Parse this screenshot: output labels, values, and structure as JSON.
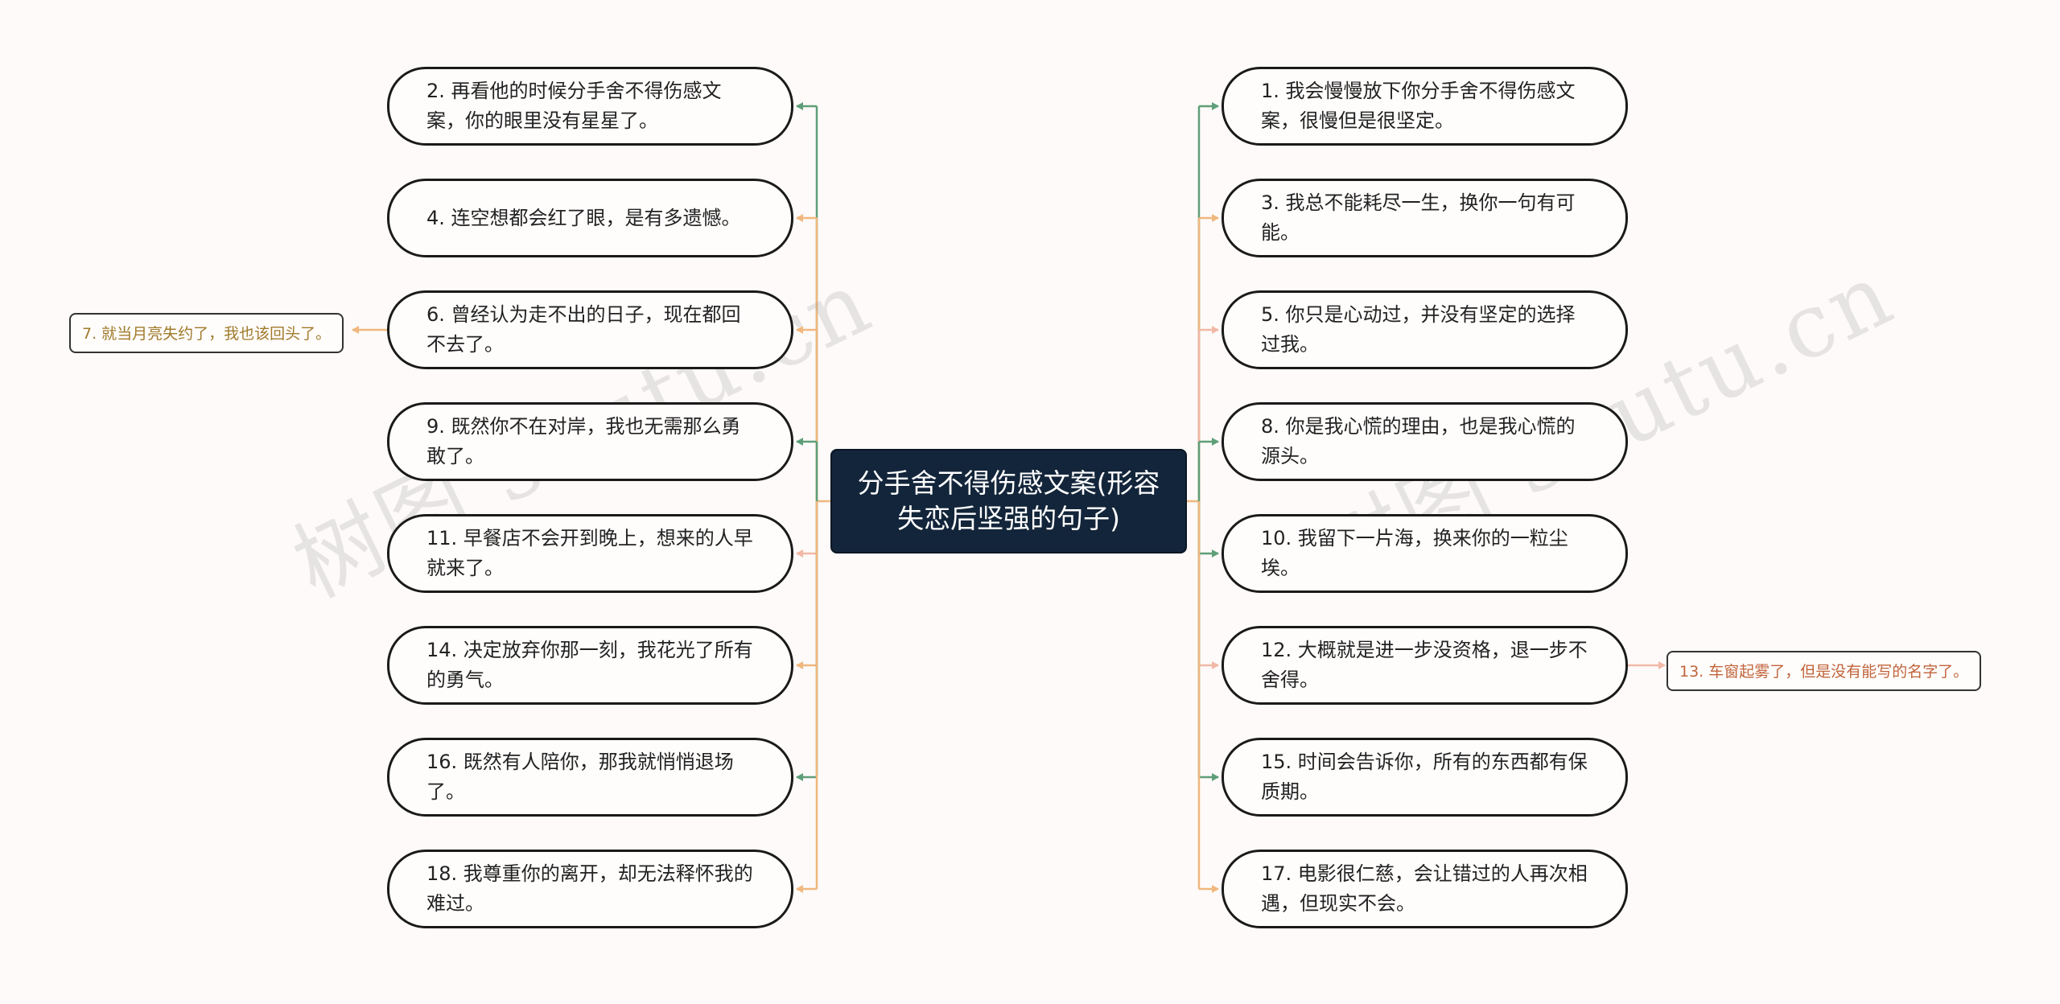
{
  "root": {
    "label": "分手舍不得伤感文案(形容失恋后坚强的句子)"
  },
  "left_branches": [
    {
      "label": "2. 再看他的时候分手舍不得伤感文案，你的眼里没有星星了。"
    },
    {
      "label": "4. 连空想都会红了眼，是有多遗憾。"
    },
    {
      "label": "6. 曾经认为走不出的日子，现在都回不去了。"
    },
    {
      "label": "9. 既然你不在对岸，我也无需那么勇敢了。"
    },
    {
      "label": "11. 早餐店不会开到晚上，想来的人早就来了。"
    },
    {
      "label": "14. 决定放弃你那一刻，我花光了所有的勇气。"
    },
    {
      "label": "16. 既然有人陪你，那我就悄悄退场了。"
    },
    {
      "label": "18. 我尊重你的离开，却无法释怀我的难过。"
    }
  ],
  "right_branches": [
    {
      "label": "1. 我会慢慢放下你分手舍不得伤感文案，很慢但是很坚定。"
    },
    {
      "label": "3. 我总不能耗尽一生，换你一句有可能。"
    },
    {
      "label": "5. 你只是心动过，并没有坚定的选择过我。"
    },
    {
      "label": "8. 你是我心慌的理由，也是我心慌的源头。"
    },
    {
      "label": "10. 我留下一片海，换来你的一粒尘埃。"
    },
    {
      "label": "12. 大概就是进一步没资格，退一步不舍得。"
    },
    {
      "label": "15. 时间会告诉你，所有的东西都有保质期。"
    },
    {
      "label": "17. 电影很仁慈，会让错过的人再次相遇，但现实不会。"
    }
  ],
  "left_leaf": {
    "label": "7. 就当月亮失约了，我也该回头了。",
    "color": "#a07a2a"
  },
  "right_leaf": {
    "label": "13. 车窗起雾了，但是没有能写的名字了。",
    "color": "#c0643a"
  },
  "watermarks": [
    "树图 shutu.cn",
    "树图 shutu.cn"
  ],
  "colors": {
    "background": "#fdfaf9",
    "root_fill": "#13253a",
    "edge_green": "#5e9e78",
    "edge_orange": "#f0b77e",
    "edge_pink": "#f2b8a6"
  }
}
